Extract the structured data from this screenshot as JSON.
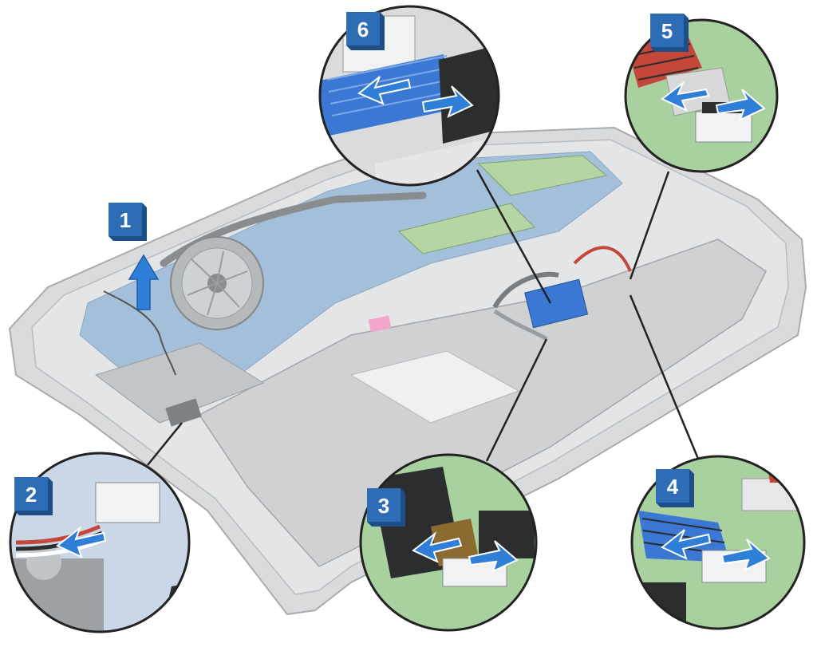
{
  "colors": {
    "step_badge": "#2e6db5",
    "arrow_blue": "#2f7ed8",
    "chassis": "#d9dbdd",
    "chassis_edge": "#a9acaf",
    "motherboard": "#8fb3d6",
    "pcb_green": "#a9d19f",
    "callout_line": "#222222",
    "cable_blue": "#3a78d4",
    "cable_red": "#c4473a"
  },
  "steps": [
    {
      "number": "1",
      "action": "lift-antenna-cable"
    },
    {
      "number": "2",
      "action": "disconnect-speaker-cable"
    },
    {
      "number": "3",
      "action": "disconnect-cable"
    },
    {
      "number": "4",
      "action": "disconnect-cable"
    },
    {
      "number": "5",
      "action": "disconnect-cable"
    },
    {
      "number": "6",
      "action": "disconnect-cable"
    }
  ],
  "icons": {
    "badge": "square-number-badge",
    "arrow": "direction-arrow-icon"
  }
}
